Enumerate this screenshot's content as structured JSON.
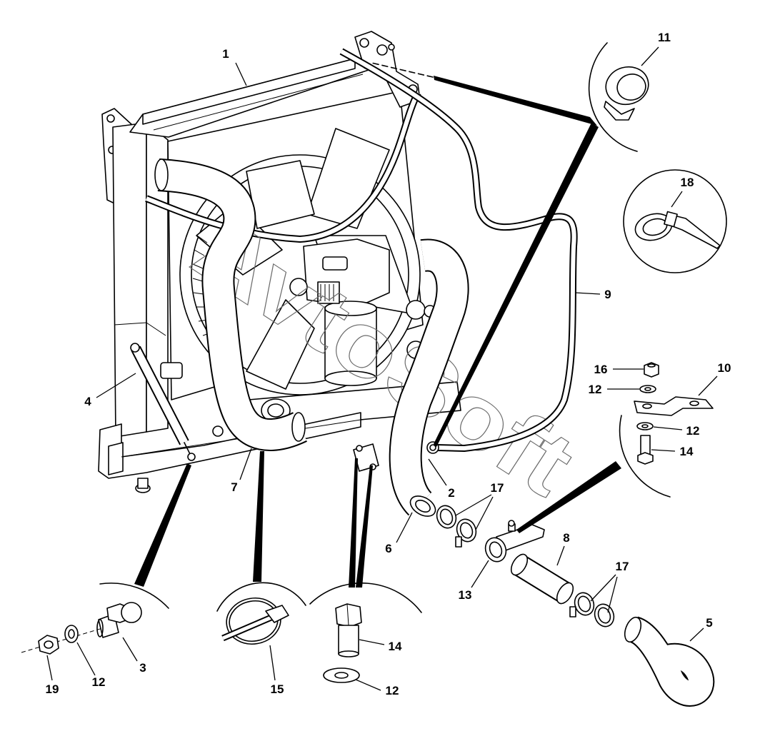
{
  "watermark": "AvtoSoft",
  "callouts": [
    "1",
    "11",
    "18",
    "9",
    "16",
    "10",
    "12",
    "12",
    "14",
    "4",
    "7",
    "2",
    "17",
    "6",
    "8",
    "13",
    "17",
    "5",
    "3",
    "19",
    "12",
    "15",
    "14",
    "12"
  ]
}
